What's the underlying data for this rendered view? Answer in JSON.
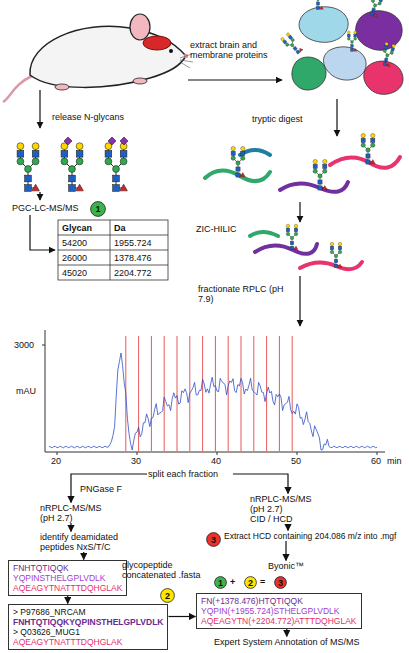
{
  "diagram": {
    "nodes": [
      {
        "text": [
          "1"
        ]
      },
      {
        "text": [
          "split each fraction"
        ]
      },
      {
        "text": [
          "nRPLC-MS/MS (pH 2.7)"
        ]
      },
      {
        "text": [
          "identify deamidated peptides NxS/T/C"
        ]
      },
      {
        "text": [
          "FNHTQTIQQK",
          "YQPINSTHELGPLVDLK",
          "AQEAGYTNATTTDQHGLAK"
        ]
      },
      {
        "text": [
          "2"
        ]
      },
      {
        "text": [
          "> P97686_NRCAM",
          "FNHTQTIQQKYQPINSTHELGPLVDLK",
          "> Q03626_MUG1",
          "AQEAGYTNATTTDQHGLAK"
        ]
      },
      {
        "text": [
          "nRPLC-MS/MS (pH 2.7)",
          "CID / HCD"
        ]
      },
      {
        "text": [
          "3"
        ]
      },
      {
        "text": [
          "Extract HCD containing 204.086 m/z into .mgf"
        ]
      },
      {
        "text": [
          "Byonic™"
        ]
      },
      {
        "text": [
          "1"
        ]
      },
      {
        "text": [
          "2"
        ]
      },
      {
        "text": [
          "3"
        ]
      },
      {
        "text": [
          "FN(+1378.476)HTQTIQQK",
          "YQPIN(+1955.724)STHELGPLVDLK",
          "AQEAGYTN(+2204.772)ATTTDQHGLAK"
        ]
      },
      {
        "text": [
          "Expert System Annotation of MS/MS"
        ]
      }
    ],
    "edges": [
      {
        "from": 1,
        "to": 2,
        "arrow": "to"
      },
      {
        "from": 2,
        "to": 3,
        "arrow": "to"
      },
      {
        "from": 3,
        "to": 4,
        "arrow": "to"
      },
      {
        "from": 4,
        "to": 6,
        "arrow": "to"
      },
      {
        "from": 1,
        "to": 7,
        "arrow": "to"
      },
      {
        "from": 7,
        "to": 9,
        "arrow": "to"
      },
      {
        "from": 9,
        "to": 10,
        "arrow": "to"
      },
      {
        "from": 6,
        "to": 14,
        "arrow": "to"
      },
      {
        "from": 14,
        "to": 15,
        "arrow": "to"
      }
    ],
    "labels": [
      "extract brain and membrane proteins",
      "release N-glycans",
      "tryptic digest",
      "PGC-LC-MS/MS",
      "Glycan",
      "Da",
      "54200",
      "1955.724",
      "26000",
      "1378.476",
      "45020",
      "2204.772",
      "ZIC-HILIC",
      "fractionate RPLC (pH 7.9)",
      "3000",
      "mAU",
      "20",
      "30",
      "40",
      "50",
      "60",
      "min",
      "PNGase F",
      "glycopeptide concatenated .fasta",
      "+",
      "="
    ]
  }
}
